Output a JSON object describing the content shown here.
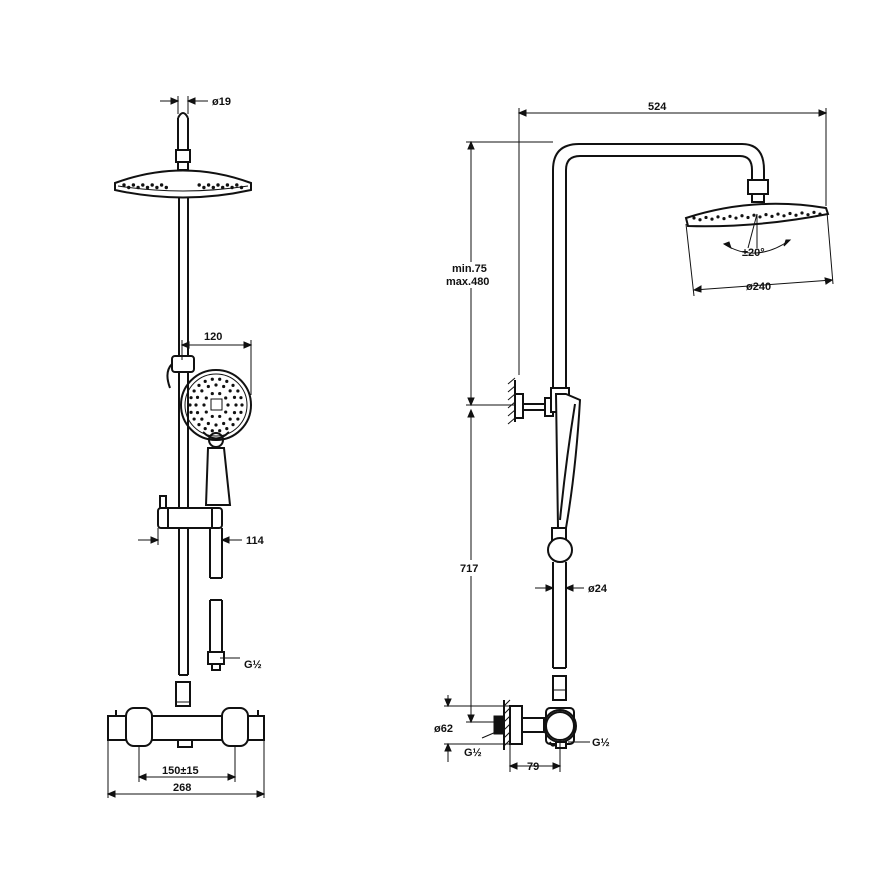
{
  "front_view": {
    "dim_pipe_diameter": "ø19",
    "dim_handshower_width": "120",
    "dim_bracket_depth": "114",
    "dim_outlet_thread": "G½",
    "dim_inlet_spacing": "150±15",
    "dim_mixer_width": "268"
  },
  "side_view": {
    "dim_arm_reach": "524",
    "dim_adjust_range_min": "min.75",
    "dim_adjust_range_max": "max.480",
    "dim_head_tilt": "±20°",
    "dim_head_diameter": "ø240",
    "dim_lower_height": "717",
    "dim_rail_diameter": "ø24",
    "dim_escutcheon_diameter": "ø62",
    "dim_inlet_thread": "G½",
    "dim_outlet_thread": "G½",
    "dim_wall_offset": "79"
  }
}
